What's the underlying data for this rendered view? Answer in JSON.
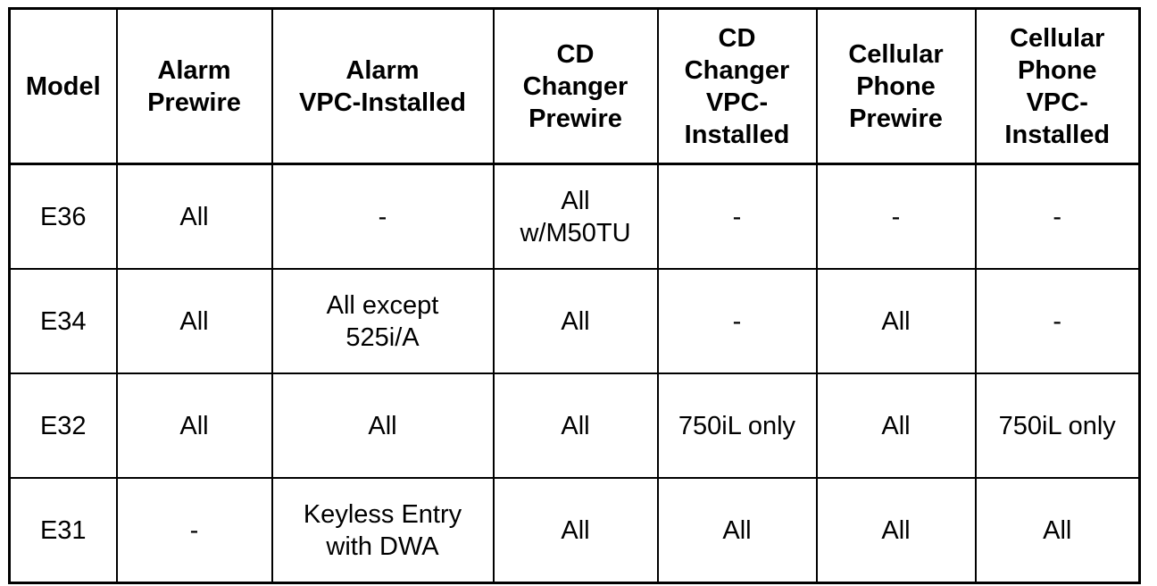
{
  "table": {
    "headers": [
      "Model",
      "Alarm\nPrewire",
      "Alarm\nVPC-Installed",
      "CD\nChanger\nPrewire",
      "CD\nChanger\nVPC-\nInstalled",
      "Cellular\nPhone\nPrewire",
      "Cellular\nPhone\nVPC-\nInstalled"
    ],
    "rows": [
      [
        "E36",
        "All",
        "-",
        "All\nw/M50TU",
        "-",
        "-",
        "-"
      ],
      [
        "E34",
        "All",
        "All except\n525i/A",
        "All",
        "-",
        "All",
        "-"
      ],
      [
        "E32",
        "All",
        "All",
        "All",
        "750iL only",
        "All",
        "750iL only"
      ],
      [
        "E31",
        "-",
        "Keyless Entry\nwith DWA",
        "All",
        "All",
        "All",
        "All"
      ]
    ]
  }
}
